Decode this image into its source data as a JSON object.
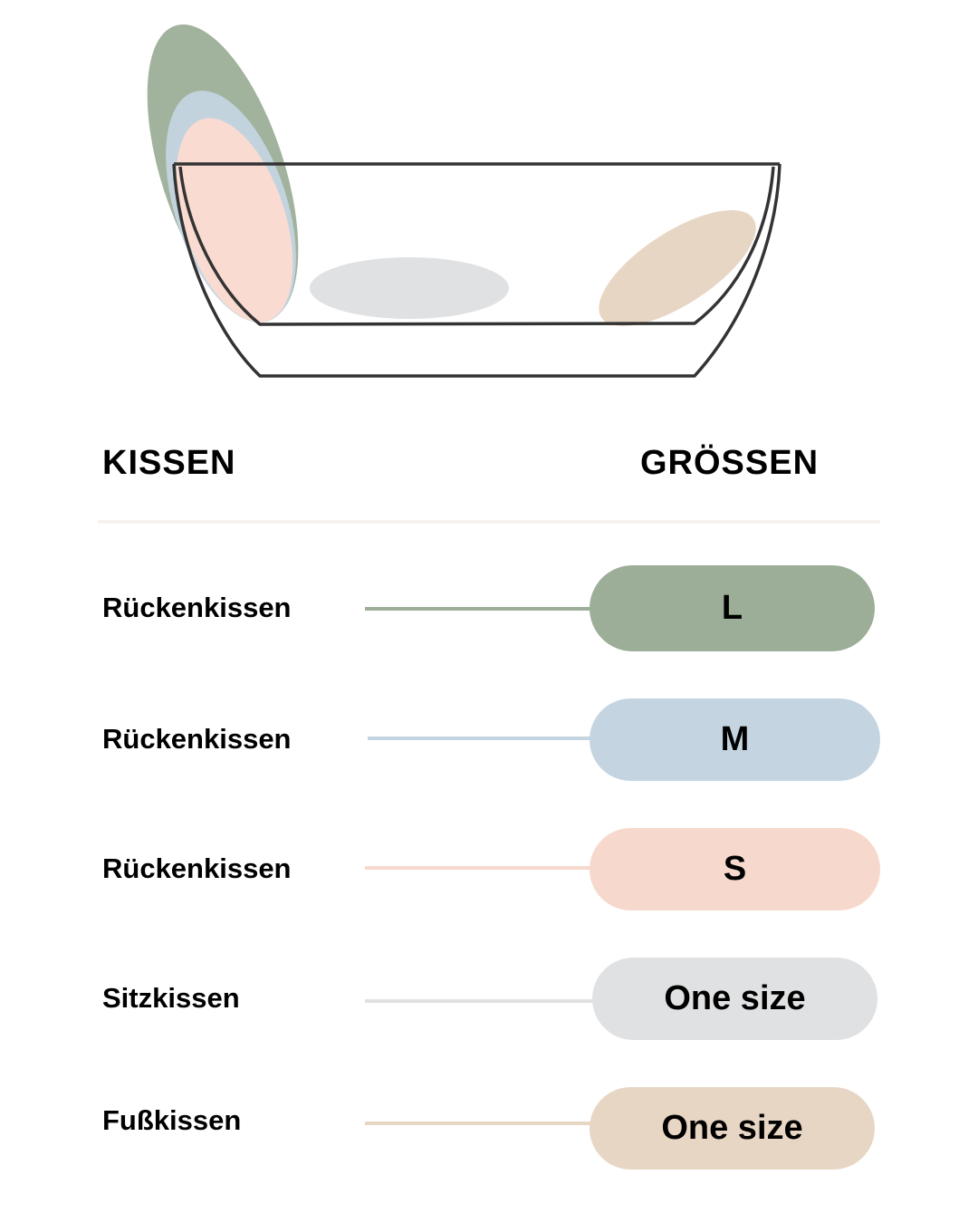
{
  "colors": {
    "large": "#9cae98",
    "medium": "#c4d5e1",
    "small": "#f6d9cc",
    "seat": "#e0e1e3",
    "foot": "#e8d6c5",
    "tub_outline": "#333333",
    "divider": "#f6f3ee"
  },
  "illustration": {
    "alt": "Bathtub outline with back cushions (L, M, S), seat cushion and foot cushion"
  },
  "headers": {
    "left": "KISSEN",
    "right": "GRÖSSEN"
  },
  "rows": [
    {
      "label": "Rückenkissen",
      "size": "L",
      "color": "#9cae98"
    },
    {
      "label": "Rückenkissen",
      "size": "M",
      "color": "#c4d5e1"
    },
    {
      "label": "Rückenkissen",
      "size": "S",
      "color": "#f6d9cc"
    },
    {
      "label": "Sitzkissen",
      "size": "One size",
      "color": "#e0e1e3"
    },
    {
      "label": "Fußkissen",
      "size": "One size",
      "color": "#e8d6c5"
    }
  ]
}
